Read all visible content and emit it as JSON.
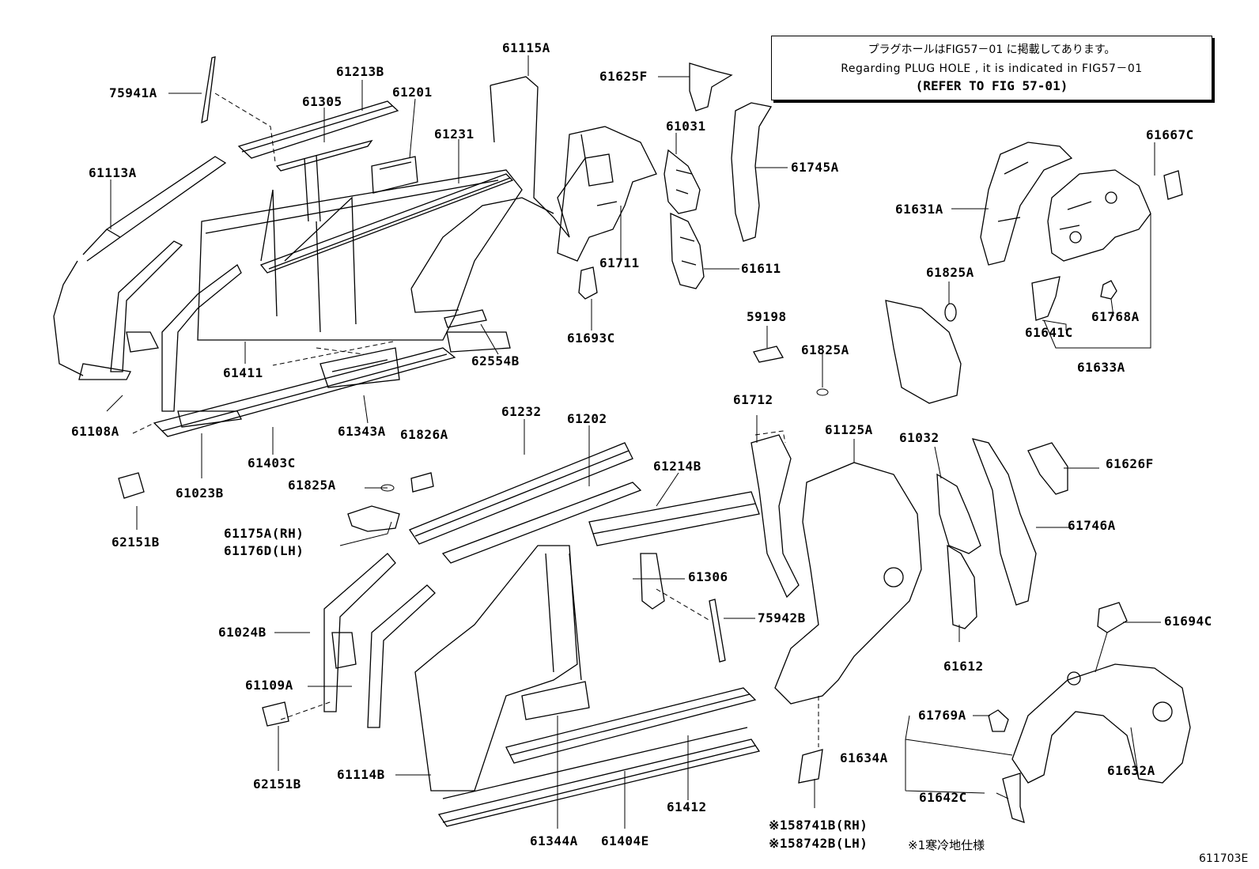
{
  "notice": {
    "line_jp": "プラグホールはFIG57－01 に掲載してあります。",
    "line_en": "Regarding  PLUG HOLE , it is indicated in FIG57－01",
    "refer": "(REFER TO FIG 57-01)"
  },
  "labels": {
    "p75941A": "75941A",
    "p61213B": "61213B",
    "p61305": "61305",
    "p61201": "61201",
    "p61115A": "61115A",
    "p61625F": "61625F",
    "p61113A": "61113A",
    "p61231": "61231",
    "p61031": "61031",
    "p61745A": "61745A",
    "p61667C": "61667C",
    "p61631A": "61631A",
    "p61711": "61711",
    "p61611": "61611",
    "p61825A_a": "61825A",
    "p61768A": "61768A",
    "p61641C": "61641C",
    "p61633A": "61633A",
    "p61693C": "61693C",
    "p62554B": "62554B",
    "p59198": "59198",
    "p61825A_b": "61825A",
    "p61411": "61411",
    "p61108A": "61108A",
    "p61343A": "61343A",
    "p61826A": "61826A",
    "p61403C": "61403C",
    "p61023B": "61023B",
    "p61232": "61232",
    "p61202": "61202",
    "p61712": "61712",
    "p61125A": "61125A",
    "p61032": "61032",
    "p61626F": "61626F",
    "p61825A_c": "61825A",
    "p61214B": "61214B",
    "p62151B_a": "62151B",
    "p61175A": "61175A(RH)",
    "p61176D": "61176D(LH)",
    "p61746A": "61746A",
    "p61306": "61306",
    "p61024B": "61024B",
    "p75942B": "75942B",
    "p61694C": "61694C",
    "p61109A": "61109A",
    "p61612": "61612",
    "p61769A": "61769A",
    "p61634A": "61634A",
    "p62151B_b": "62151B",
    "p61114B": "61114B",
    "p61632A": "61632A",
    "p61412": "61412",
    "p61642C": "61642C",
    "p61344A": "61344A",
    "p61404E": "61404E",
    "p158741B": "※158741B(RH)",
    "p158742B": "※158742B(LH)"
  },
  "footnote": "※1寒冷地仕様",
  "figure_id": "611703E"
}
